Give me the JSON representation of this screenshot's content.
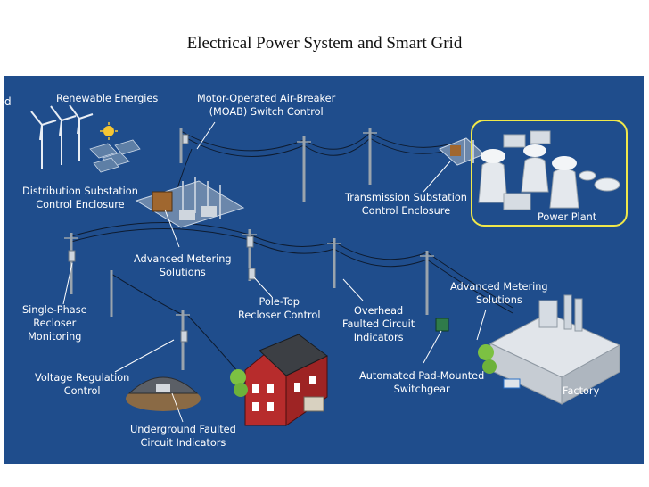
{
  "title": "Electrical Power System and Smart Grid",
  "edge_fragment": "d",
  "labels": {
    "renewable": [
      "Renewable Energies"
    ],
    "moab": [
      "Motor-Operated Air-Breaker",
      "(MOAB) Switch Control"
    ],
    "distribution": [
      "Distribution Substation",
      "Control Enclosure"
    ],
    "transmission": [
      "Transmission Substation",
      "Control Enclosure"
    ],
    "power_plant": [
      "Power Plant"
    ],
    "adv_metering_1": [
      "Advanced Metering",
      "Solutions"
    ],
    "adv_metering_2": [
      "Advanced Metering",
      "Solutions"
    ],
    "single_phase": [
      "Single-Phase",
      "Recloser",
      "Monitoring"
    ],
    "pole_top": [
      "Pole-Top",
      "Recloser Control"
    ],
    "overhead": [
      "Overhead",
      "Faulted Circuit",
      "Indicators"
    ],
    "voltage_reg": [
      "Voltage Regulation",
      "Control"
    ],
    "pad_mounted": [
      "Automated Pad-Mounted",
      "Switchgear"
    ],
    "factory": [
      "Factory"
    ],
    "underground": [
      "Underground Faulted",
      "Circuit Indicators"
    ]
  },
  "colors": {
    "panel": "#1f4d8c",
    "highlight": "#f0e84a",
    "label_text": "#ffffff"
  }
}
